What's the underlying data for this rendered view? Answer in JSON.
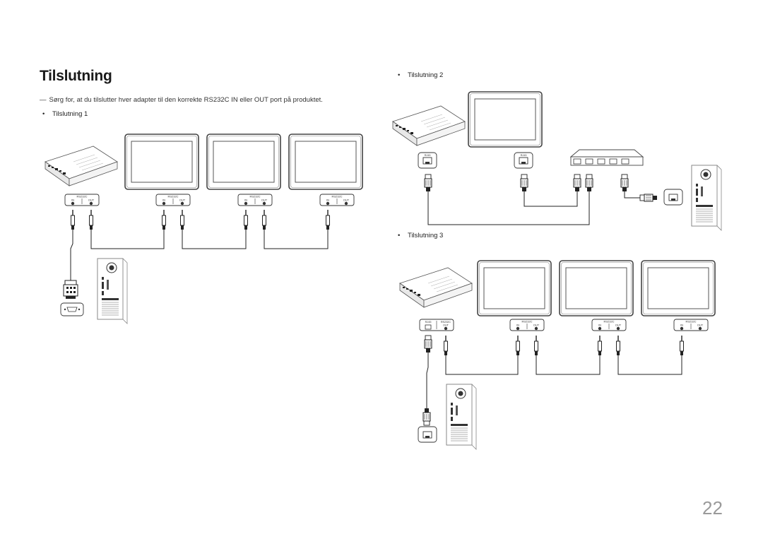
{
  "heading": "Tilslutning",
  "note": {
    "marker": "―",
    "text": "Sørg for, at du tilslutter hver adapter til den korrekte RS232C IN eller OUT port på produktet."
  },
  "sections": [
    {
      "bullet": "•",
      "label": "Tilslutning 1"
    },
    {
      "bullet": "•",
      "label": "Tilslutning 2"
    },
    {
      "bullet": "•",
      "label": "Tilslutning 3"
    }
  ],
  "port_labels": {
    "rs232c": "RS232C",
    "in": "IN",
    "out": "OUT",
    "rj45": "RJ45"
  },
  "page_number": "22"
}
